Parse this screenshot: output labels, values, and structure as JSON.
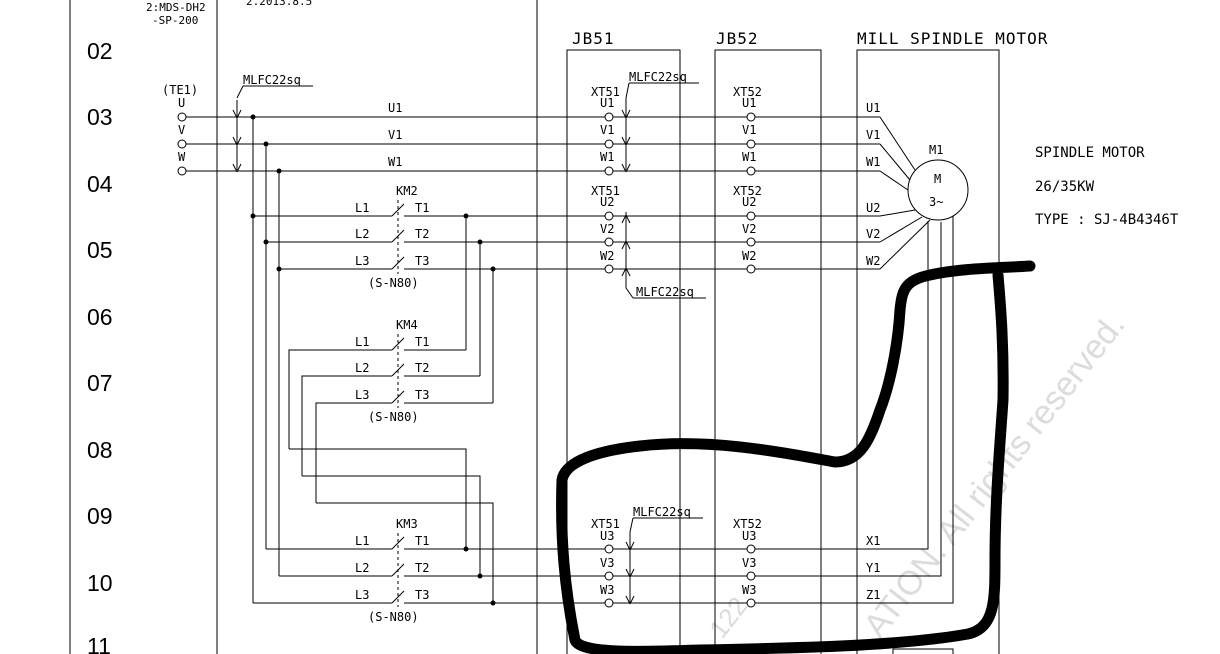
{
  "header": {
    "module_line1": "2:MDS-DH2",
    "module_line2": "-SP-200",
    "version_fragment": "2.2013.8.5"
  },
  "row_numbers": [
    "02",
    "03",
    "04",
    "05",
    "06",
    "07",
    "08",
    "09",
    "10",
    "11"
  ],
  "junction_boxes": {
    "jb51": "JB51",
    "jb52": "JB52",
    "motor_box": "MILL SPINDLE MOTOR"
  },
  "input_terminal": {
    "label": "(TE1)",
    "phases": [
      "U",
      "V",
      "W"
    ],
    "cable": "MLFC22sq"
  },
  "line_labels": [
    "U1",
    "V1",
    "W1"
  ],
  "contactors": {
    "km2": {
      "name": "KM2",
      "model": "(S-N80)",
      "lines": [
        "L1",
        "L2",
        "L3"
      ],
      "terms": [
        "T1",
        "T2",
        "T3"
      ]
    },
    "km4": {
      "name": "KM4",
      "model": "(S-N80)",
      "lines": [
        "L1",
        "L2",
        "L3"
      ],
      "terms": [
        "T1",
        "T2",
        "T3"
      ]
    },
    "km3": {
      "name": "KM3",
      "model": "(S-N80)",
      "lines": [
        "L1",
        "L2",
        "L3"
      ],
      "terms": [
        "T1",
        "T2",
        "T3"
      ]
    }
  },
  "xt51": {
    "name": "XT51",
    "group1": [
      "U1",
      "V1",
      "W1"
    ],
    "group2": [
      "U2",
      "V2",
      "W2"
    ],
    "group3": [
      "U3",
      "V3",
      "W3"
    ],
    "cable_top": "MLFC22sq",
    "cable_mid": "MLFC22sq",
    "cable_bottom": "MLFC22sq"
  },
  "xt52": {
    "name": "XT52",
    "group1": [
      "U1",
      "V1",
      "W1"
    ],
    "group2": [
      "U2",
      "V2",
      "W2"
    ],
    "group3": [
      "U3",
      "V3",
      "W3"
    ]
  },
  "motor_terminals": [
    "U1",
    "V1",
    "W1",
    "U2",
    "V2",
    "W2",
    "X1",
    "Y1",
    "Z1"
  ],
  "motor": {
    "id": "M1",
    "symbol_line1": "M",
    "symbol_line2": "3~"
  },
  "spec": {
    "line1": "SPINDLE MOTOR",
    "line2": "26/35KW",
    "line3": "TYPE : SJ-4B4346T"
  },
  "watermark": {
    "text": "ATION. All rights reserved.",
    "fragment": "122"
  },
  "colors": {
    "ink": "#000000",
    "paper": "#ffffff",
    "watermark": "#dcdcdc"
  }
}
